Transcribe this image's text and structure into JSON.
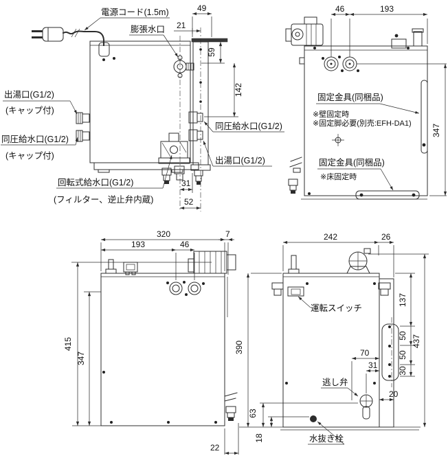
{
  "drawing": {
    "v1": {
      "power_cord": "電源コード(1.5m)",
      "expansion_port": "膨張水口",
      "outlet_left": "出湯口(G1/2)",
      "outlet_left_note": "(キャップ付)",
      "inlet_left": "同圧給水口(G1/2)",
      "inlet_left_note": "(キャップ付)",
      "rotary_inlet": "回転式給水口(G1/2)",
      "rotary_inlet_note": "(フィルター、逆止弁内蔵)",
      "inlet_right": "同圧給水口(G1/2)",
      "outlet_right": "出湯口(G1/2)",
      "d49": "49",
      "d21": "21",
      "d59": "59",
      "d142": "142",
      "d31": "31",
      "d52": "52"
    },
    "v2": {
      "bracket_wall": "固定金具(同梱品)",
      "wall_note1": "※壁固定時",
      "wall_note2": "※固定脚必要(別売:EFH-DA1)",
      "bracket_floor": "固定金具(同梱品)",
      "floor_note": "※床固定時",
      "d46": "46",
      "d193": "193",
      "d347": "347"
    },
    "v3": {
      "d320": "320",
      "d193": "193",
      "d46": "46",
      "d7": "7",
      "d415": "415",
      "d347": "347",
      "d22": "22"
    },
    "v4": {
      "run_switch": "運転スイッチ",
      "relief_valve": "逃し弁",
      "drain_plug": "水抜き栓",
      "d242": "242",
      "d26": "26",
      "d137": "137",
      "d50a": "50",
      "d50b": "50",
      "d30": "30",
      "d437": "437",
      "d70": "70",
      "d31": "31",
      "d20": "20",
      "d63": "63",
      "d18": "18",
      "d390": "390"
    }
  }
}
